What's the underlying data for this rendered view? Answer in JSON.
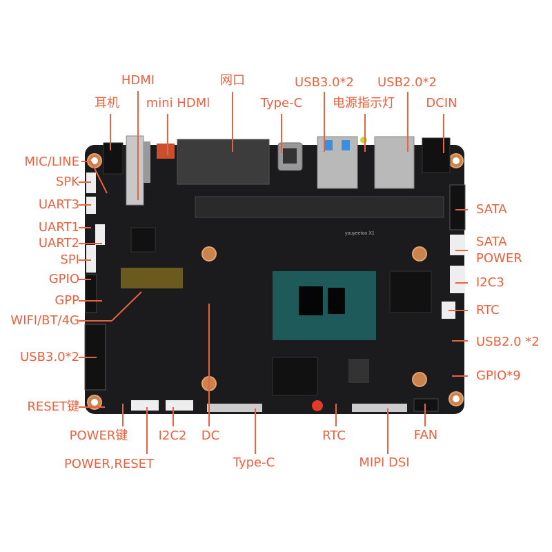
{
  "accent_color": "#e9623f",
  "board_logo": "youyeetoo X1",
  "labels": {
    "top": {
      "hdmi": "HDMI",
      "earphone": "耳机",
      "mini_hdmi": "mini HDMl",
      "ethernet": "网口",
      "type_c": "Type-C",
      "usb3": "USB3.0*2",
      "power_led": "电源指示灯",
      "usb2": "USB2.0*2",
      "dcin": "DCIN"
    },
    "left": {
      "mic_line": "MIC/LINE",
      "spk": "SPK",
      "uart3": "UART3",
      "uart1": "UART1",
      "uart2": "UART2",
      "spi": "SPI",
      "gpio": "GPIO",
      "gpp": "GPP",
      "wifi": "WIFI/BT/4G",
      "usb3": "USB3.0*2",
      "reset": "RESET键"
    },
    "right": {
      "sata": "SATA",
      "sata_power_1": "SATA",
      "sata_power_2": "POWER",
      "i2c3": "I2C3",
      "rtc": "RTC",
      "usb2": "USB2.0 *2",
      "gpio9": "GPIO*9"
    },
    "bottom": {
      "power_key": "POWER键",
      "power_reset": "POWER,RESET",
      "i2c2": "I2C2",
      "dc": "DC",
      "type_c": "Type-C",
      "rtc": "RTC",
      "mipi_dsi": "MIPI DSI",
      "fan": "FAN"
    }
  }
}
